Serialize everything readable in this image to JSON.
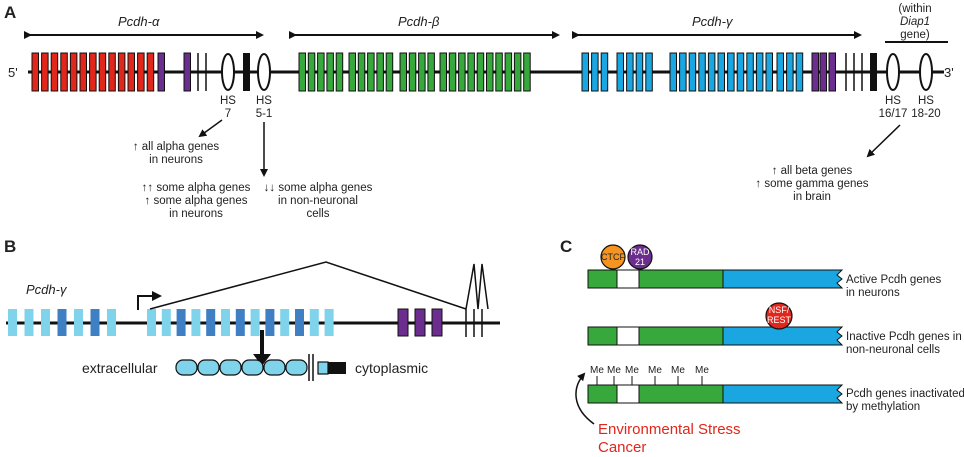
{
  "panel_a": {
    "label": "A",
    "clusters": {
      "alpha": "Pcdh-α",
      "beta": "Pcdh-β",
      "gamma": "Pcdh-γ"
    },
    "five_prime": "5'",
    "three_prime": "3'",
    "within_diap1": [
      "(within",
      "Diap1",
      "gene)"
    ],
    "hs_alpha_1": [
      "HS",
      "7"
    ],
    "hs_alpha_2": [
      "HS",
      "5-1"
    ],
    "hs_3_1": [
      "HS",
      "16/17"
    ],
    "hs_3_2": [
      "HS",
      "18-20"
    ],
    "note_hs7": [
      "↑ all alpha genes",
      "in neurons"
    ],
    "note_hs51_up": [
      "↑↑ some alpha genes",
      "↑ some alpha genes",
      "in neurons"
    ],
    "note_hs51_down": [
      "↓↓ some alpha genes",
      "in non-neuronal",
      "cells"
    ],
    "note_hs3": [
      "↑ all beta genes",
      "↑ some gamma genes",
      "in brain"
    ]
  },
  "panel_b": {
    "label": "B",
    "locus": "Pcdh-γ",
    "extracellular": "extracellular",
    "cytoplasmic": "cytoplasmic"
  },
  "panel_c": {
    "label": "C",
    "ctcf": "CTCF",
    "rad21": [
      "RAD",
      "21"
    ],
    "nsf_rest": [
      "NSF/",
      "REST"
    ],
    "me": "Me",
    "row1": [
      "Active Pcdh genes",
      "in neurons"
    ],
    "row2": [
      "Inactive Pcdh genes in",
      "non-neuronal cells"
    ],
    "row3": [
      "Pcdh genes inactivated",
      "by methylation"
    ],
    "stress": [
      "Environmental Stress",
      "Cancer"
    ]
  },
  "colors": {
    "alpha_exon": "#e1261c",
    "beta_exon": "#36a83c",
    "gamma_exon": "#1aa6e0",
    "variable_purple": "#6b2e8f",
    "light_cyan": "#7fd3ea",
    "dark_blue": "#3f7fc4",
    "ctcf_orange": "#f5941e",
    "nsf_red": "#e1261c",
    "stress_red": "#e1261c"
  }
}
